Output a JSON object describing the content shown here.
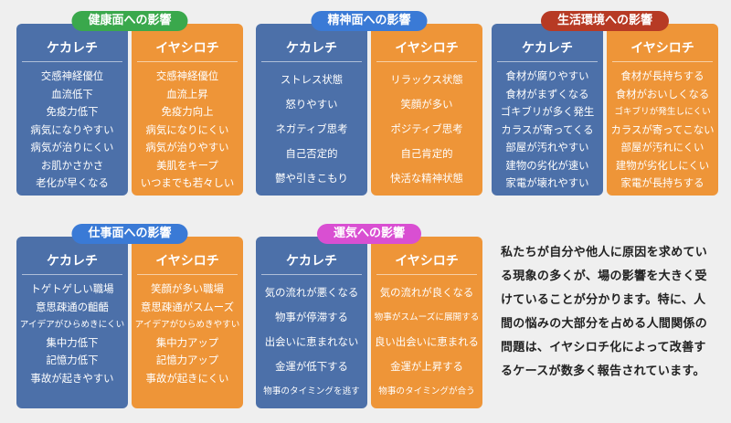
{
  "colors": {
    "dark_column": "#4c70a9",
    "orange_column": "#ee9538",
    "badge_health": "#3aa84c",
    "badge_mental": "#3a7ad6",
    "badge_living": "#b73a24",
    "badge_work": "#3a7ad6",
    "badge_fortune": "#d94fd2"
  },
  "sections": {
    "health": {
      "title": "健康面への影響",
      "left": {
        "header": "ケカレチ",
        "items": [
          "交感神経優位",
          "血流低下",
          "免疫力低下",
          "病気になりやすい",
          "病気が治りにくい",
          "お肌かさかさ",
          "老化が早くなる"
        ]
      },
      "right": {
        "header": "イヤシロチ",
        "items": [
          "交感神経優位",
          "血流上昇",
          "免疫力向上",
          "病気になりにくい",
          "病気が治りやすい",
          "美肌をキープ",
          "いつまでも若々しい"
        ]
      }
    },
    "mental": {
      "title": "精神面への影響",
      "left": {
        "header": "ケカレチ",
        "items": [
          "ストレス状態",
          "怒りやすい",
          "ネガティブ思考",
          "自己否定的",
          "鬱や引きこもり"
        ]
      },
      "right": {
        "header": "イヤシロチ",
        "items": [
          "リラックス状態",
          "笑顔が多い",
          "ポジティブ思考",
          "自己肯定的",
          "快活な精神状態"
        ]
      }
    },
    "living": {
      "title": "生活環境への影響",
      "left": {
        "header": "ケカレチ",
        "items": [
          "食材が腐りやすい",
          "食材がまずくなる",
          "ゴキブリが多く発生",
          "カラスが寄ってくる",
          "部屋が汚れやすい",
          "建物の劣化が速い",
          "家電が壊れやすい"
        ]
      },
      "right": {
        "header": "イヤシロチ",
        "items": [
          "食材が長持ちする",
          "食材がおいしくなる",
          "ゴキブリが発生しにくい",
          "カラスが寄ってこない",
          "部屋が汚れにくい",
          "建物が劣化しにくい",
          "家電が長持ちする"
        ]
      }
    },
    "work": {
      "title": "仕事面への影響",
      "left": {
        "header": "ケカレチ",
        "items": [
          "トゲトゲしい職場",
          "意思疎通の齟齬",
          "アイデアがひらめきにくい",
          "集中力低下",
          "記憶力低下",
          "事故が起きやすい"
        ]
      },
      "right": {
        "header": "イヤシロチ",
        "items": [
          "笑顔が多い職場",
          "意思疎通がスムーズ",
          "アイデアがひらめきやすい",
          "集中力アップ",
          "記憶力アップ",
          "事故が起きにくい"
        ]
      }
    },
    "fortune": {
      "title": "運気への影響",
      "left": {
        "header": "ケカレチ",
        "items": [
          "気の流れが悪くなる",
          "物事が停滞する",
          "出会いに恵まれない",
          "金運が低下する",
          "物事のタイミングを逃す"
        ]
      },
      "right": {
        "header": "イヤシロチ",
        "items": [
          "気の流れが良くなる",
          "物事がスムーズに展開する",
          "良い出会いに恵まれる",
          "金運が上昇する",
          "物事のタイミングが合う"
        ]
      }
    }
  },
  "paragraph": "私たちが自分や他人に原因を求めている現象の多くが、場の影響を大きく受けていることが分かります。特に、人間の悩みの大部分を占める人間関係の問題は、イヤシロチ化によって改善するケースが数多く報告されています。"
}
